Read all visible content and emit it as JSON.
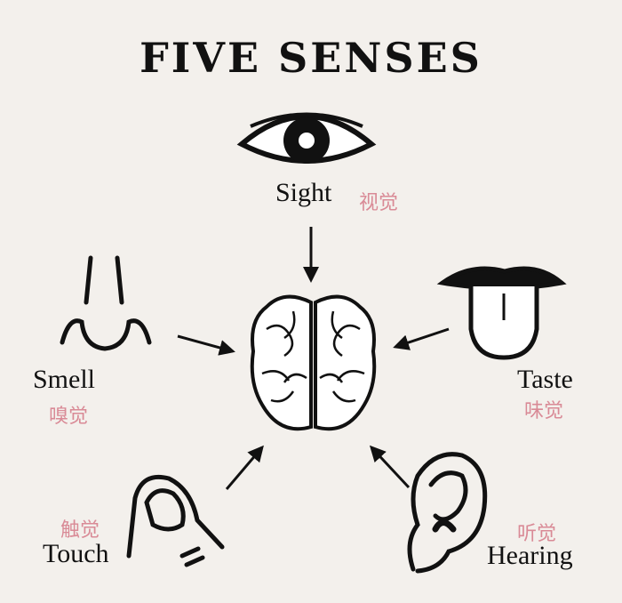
{
  "title": "FIVE SENSES",
  "senses": {
    "sight": {
      "en": "Sight",
      "zh": "视觉"
    },
    "smell": {
      "en": "Smell",
      "zh": "嗅觉"
    },
    "taste": {
      "en": "Taste",
      "zh": "味觉"
    },
    "touch": {
      "en": "Touch",
      "zh": "触觉"
    },
    "hearing": {
      "en": "Hearing",
      "zh": "听觉"
    }
  },
  "colors": {
    "background": "#f3f0ec",
    "ink": "#111111",
    "chinese_label": "#d98a96"
  }
}
